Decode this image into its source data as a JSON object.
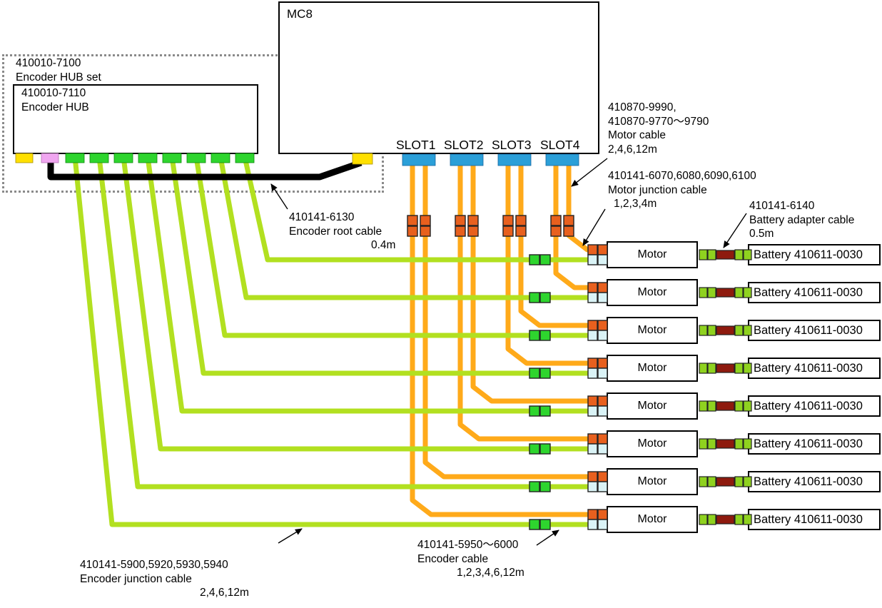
{
  "diagram": {
    "mc8": {
      "label": "MC8"
    },
    "slots": [
      "SLOT1",
      "SLOT2",
      "SLOT3",
      "SLOT4"
    ],
    "hub_set": {
      "part": "410010-7100",
      "label": "Encoder HUB set"
    },
    "hub": {
      "part": "410010-7110",
      "label": "Encoder HUB"
    },
    "motor_label": "Motor",
    "battery_label": "Battery 410611-0030",
    "motor_count": 8,
    "annotations": {
      "motor_cable": {
        "lines": [
          "410870-9990,",
          "410870-9770～9790",
          "Motor cable",
          "2,4,6,12m"
        ]
      },
      "motor_junction_cable": {
        "lines": [
          "410141-6070,6080,6090,6100",
          "Motor junction cable",
          "1,2,3,4m"
        ]
      },
      "battery_adapter_cable": {
        "lines": [
          "410141-6140",
          "Battery adapter cable",
          "0.5m"
        ]
      },
      "encoder_root_cable": {
        "lines": [
          "410141-6130",
          "Encoder root cable",
          "0.4m"
        ]
      },
      "encoder_junction_cable": {
        "lines": [
          "410141-5900,5920,5930,5940",
          "Encoder junction cable",
          "2,4,6,12m"
        ]
      },
      "encoder_cable": {
        "lines": [
          "410141-5950～6000",
          "Encoder cable",
          "1,2,3,4,6,12m"
        ]
      }
    },
    "colors": {
      "encoder_cable": "#b2e020",
      "motor_cable": "#ffaa1a",
      "root_cable": "#000000",
      "slot_connector": "#2b9fd8",
      "hub_green_connector": "#2ed52e",
      "hub_yellow_connector": "#ffe000",
      "hub_pink_connector": "#f0a6f0",
      "junction_orange": "#e8601e",
      "motor_encoder_port": "#daf3f6",
      "adapter_green": "#8fd21f",
      "adapter_red": "#8e1a0e"
    }
  }
}
